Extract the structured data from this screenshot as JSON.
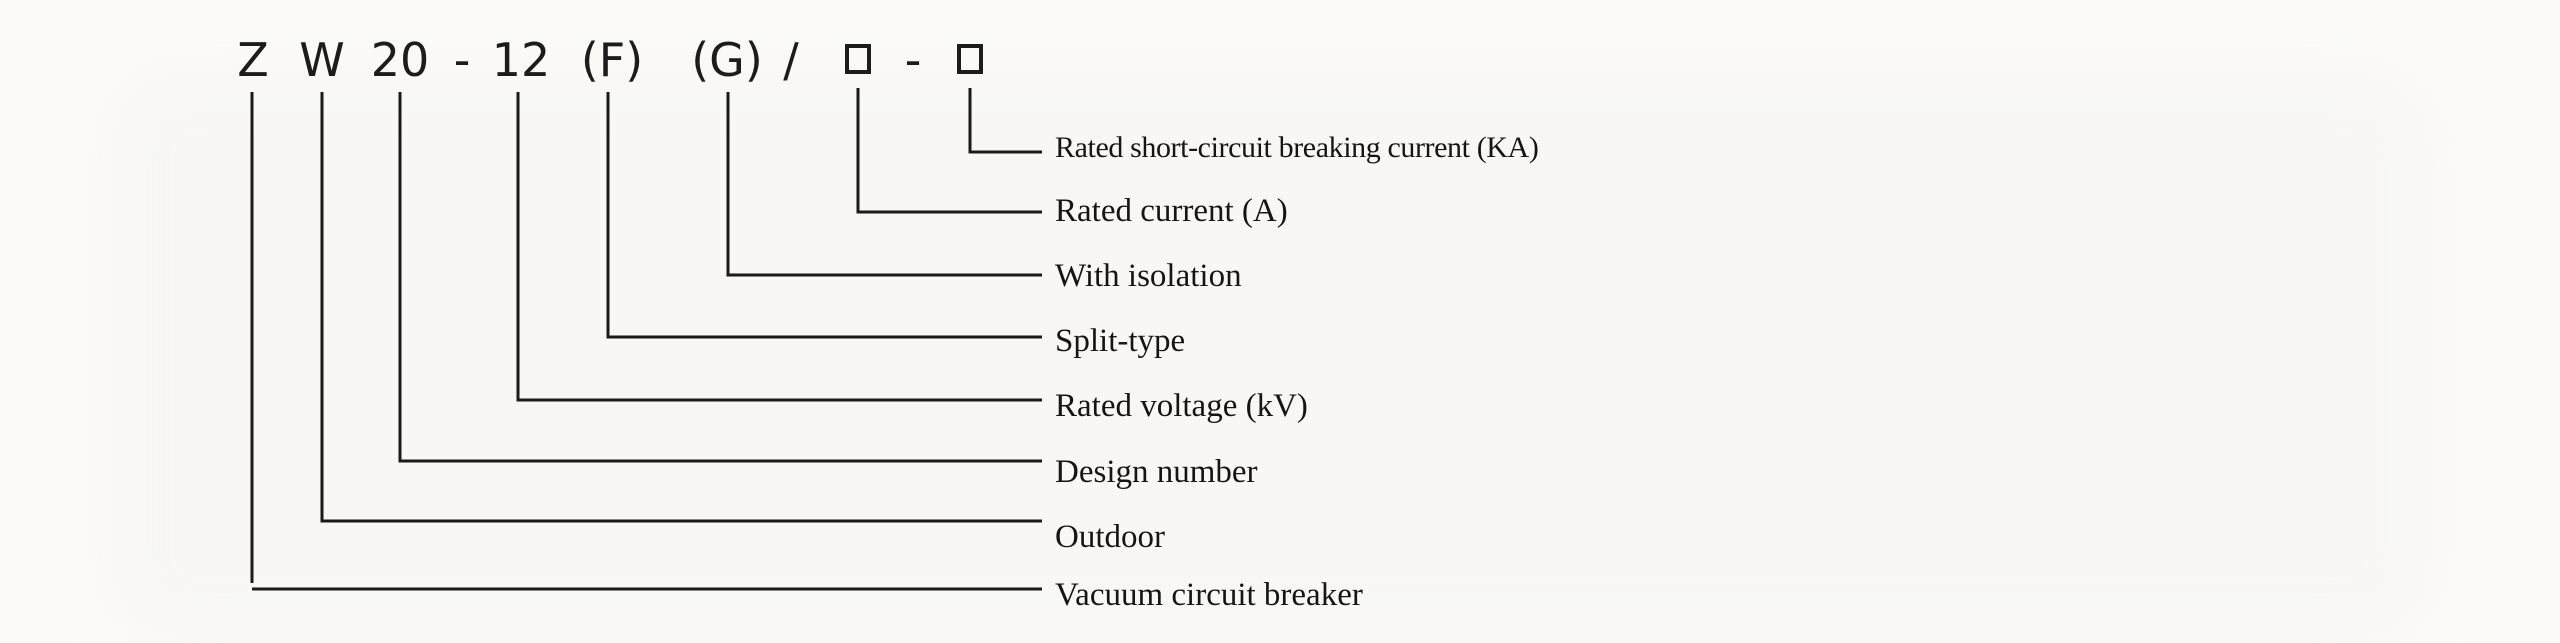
{
  "code": {
    "z": "Z",
    "w": "W",
    "design_no": "20",
    "dash1": "-",
    "voltage": "12",
    "split": "(F)",
    "isolation": "(G)",
    "slash": "/",
    "dash2": "-"
  },
  "labels": {
    "short_circuit": "Rated short-circuit breaking current (KA)",
    "current": "Rated current (A)",
    "isolation": "With isolation",
    "split": "Split-type",
    "voltage": "Rated voltage (kV)",
    "design": "Design number",
    "outdoor": "Outdoor",
    "vacuum": "Vacuum circuit breaker"
  }
}
